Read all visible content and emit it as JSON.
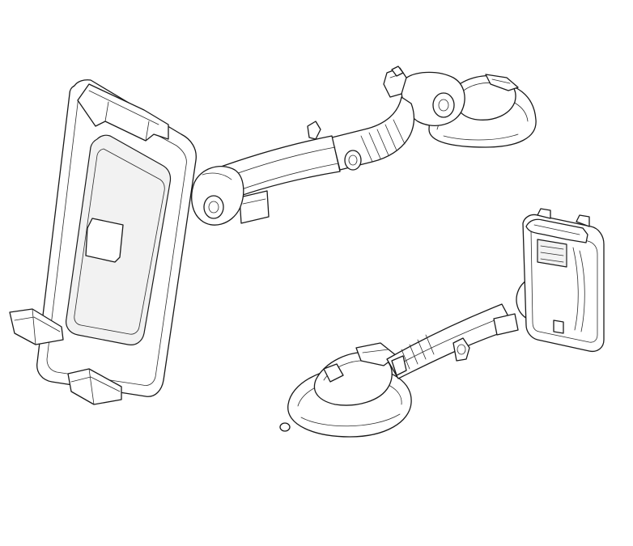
{
  "figure": {
    "subject": "tablet-car-mount-line-drawing",
    "views": [
      "front-view",
      "rear-view"
    ],
    "line_color": "#1a1a1a",
    "background_color": "#ffffff"
  }
}
